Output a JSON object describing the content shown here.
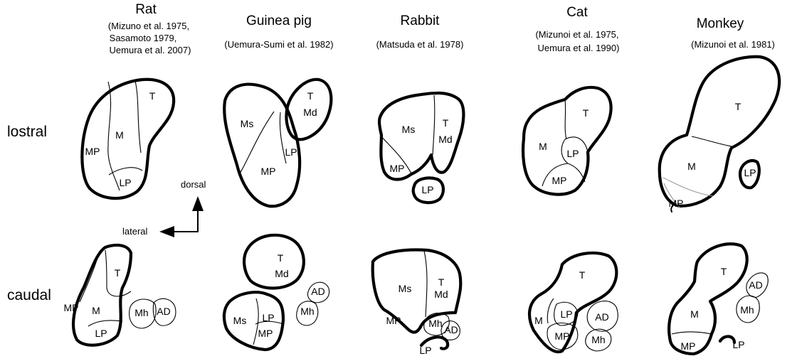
{
  "species": [
    {
      "name": "Rat",
      "refs": [
        "(Mizuno et al. 1975,",
        "Sasamoto 1979,",
        "Uemura et al. 2007)"
      ]
    },
    {
      "name": "Guinea pig",
      "refs": [
        "(Uemura-Sumi et al. 1982)"
      ]
    },
    {
      "name": "Rabbit",
      "refs": [
        "(Matsuda et al. 1978)"
      ]
    },
    {
      "name": "Cat",
      "refs": [
        "(Mizunoi et al. 1975,",
        "Uemura et al. 1990)"
      ]
    },
    {
      "name": "Monkey",
      "refs": [
        "(Mizunoi et al. 1981)"
      ]
    }
  ],
  "rows": {
    "rostral": "lostral",
    "caudal": "caudal"
  },
  "axes": {
    "dorsal": "dorsal",
    "lateral": "lateral"
  },
  "labels": {
    "T": "T",
    "M": "M",
    "MP": "MP",
    "LP": "LP",
    "Ms": "Ms",
    "Md": "Md",
    "Mh": "Mh",
    "AD": "AD"
  }
}
